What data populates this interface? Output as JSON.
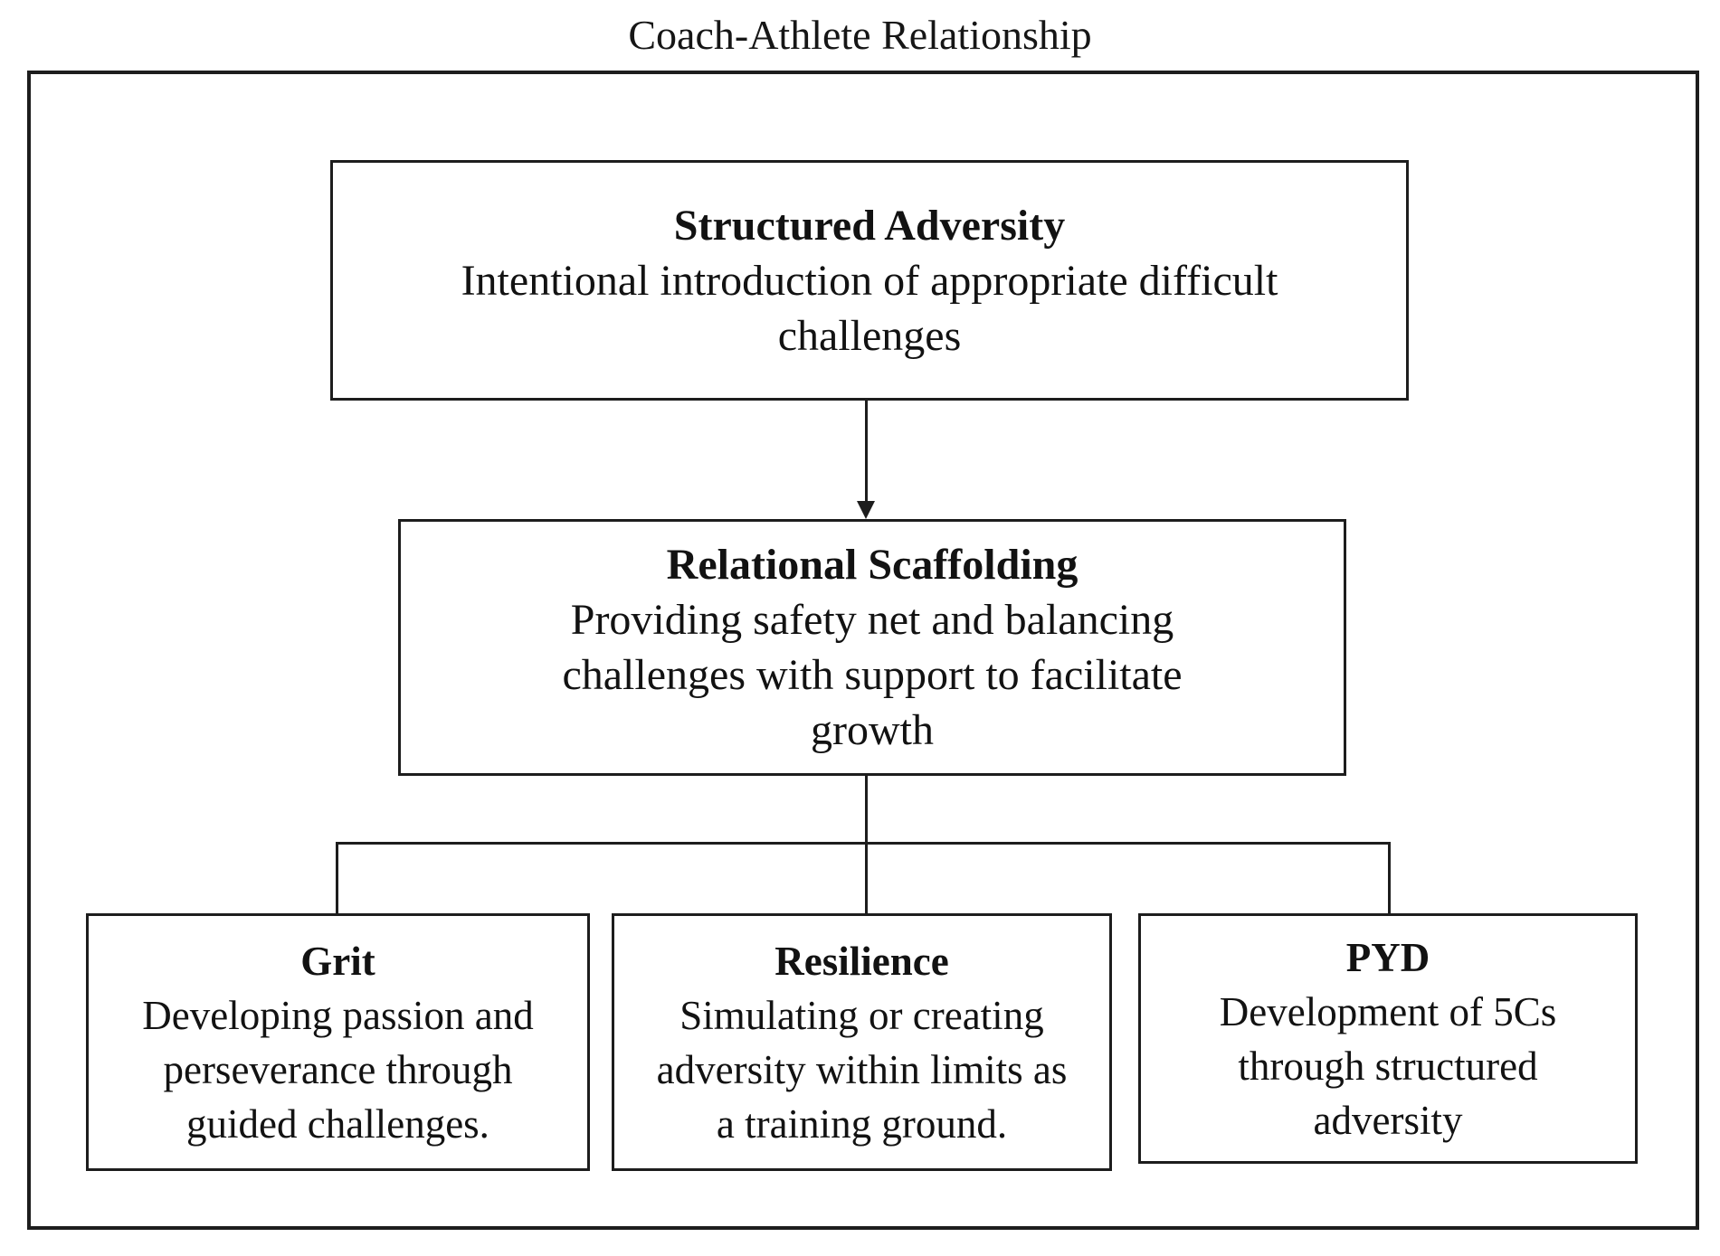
{
  "title": "Coach-Athlete Relationship",
  "nodes": {
    "structured_adversity": {
      "heading": "Structured Adversity",
      "lines": {
        "0": "Intentional introduction of appropriate difficult",
        "1": "challenges"
      }
    },
    "relational_scaffolding": {
      "heading": "Relational Scaffolding",
      "lines": {
        "0": "Providing safety net and balancing",
        "1": "challenges with support to facilitate",
        "2": "growth"
      }
    },
    "grit": {
      "heading": "Grit",
      "lines": {
        "0": "Developing passion and",
        "1": "perseverance through",
        "2": "guided challenges."
      }
    },
    "resilience": {
      "heading": "Resilience",
      "lines": {
        "0": "Simulating or creating",
        "1": "adversity within limits as",
        "2": "a training ground."
      }
    },
    "pyd": {
      "heading": "PYD",
      "lines": {
        "0": "Development of 5Cs",
        "1": "through structured",
        "2": "adversity"
      }
    }
  },
  "connections": {
    "arrow": "structured_adversity -> relational_scaffolding",
    "branches": "relational_scaffolding -> grit, resilience, pyd"
  },
  "colors": {
    "line": "#1d1d1d",
    "text": "#121212",
    "background": "#ffffff"
  }
}
